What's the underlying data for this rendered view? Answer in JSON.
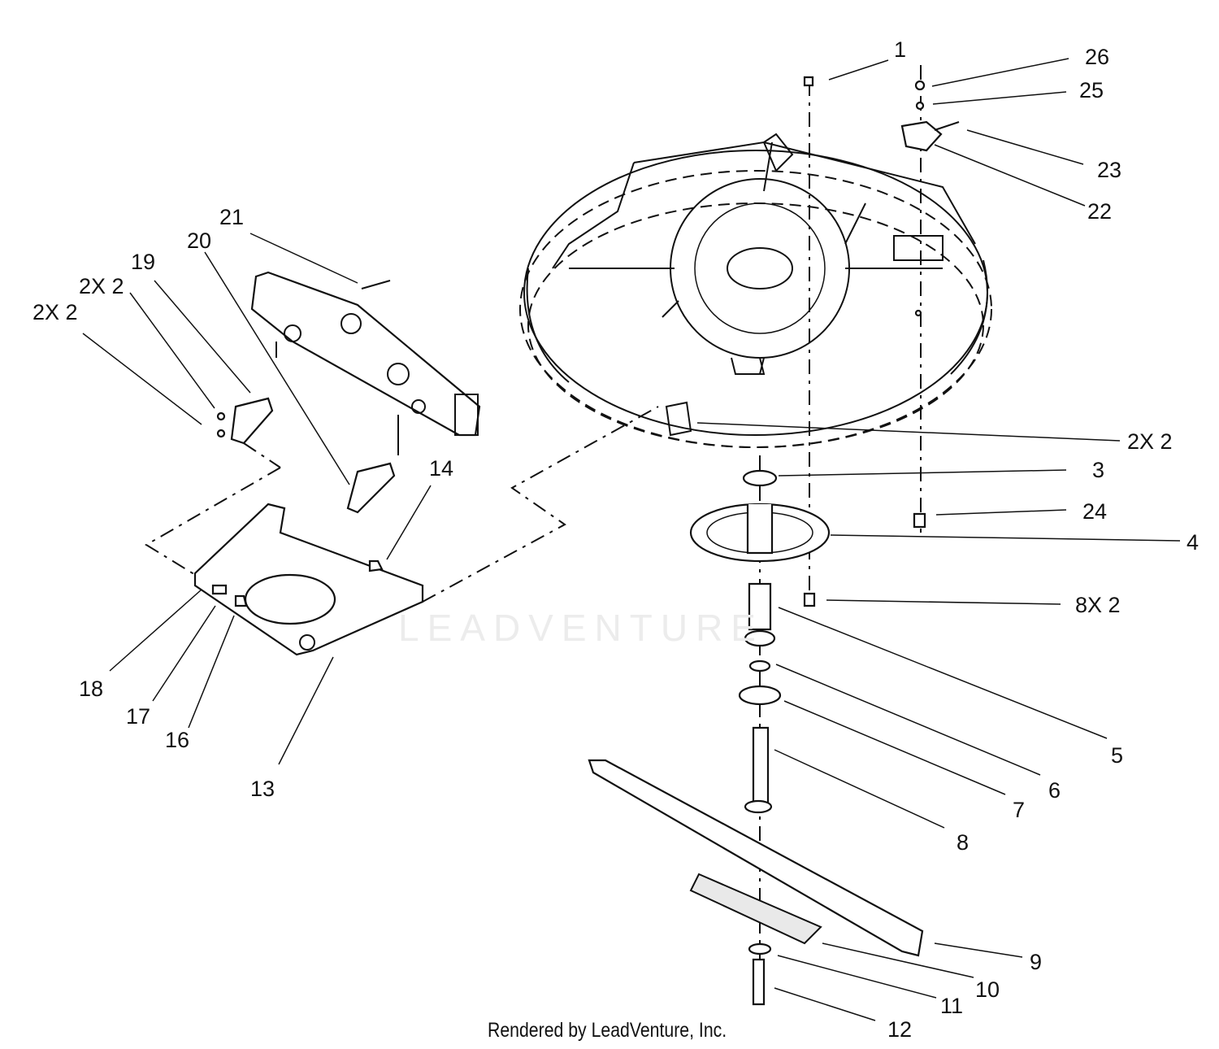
{
  "footer": "Rendered by LeadVenture, Inc.",
  "watermark": "LEADVENTURE",
  "callouts": [
    {
      "id": "1",
      "text": "1"
    },
    {
      "id": "26",
      "text": "26"
    },
    {
      "id": "25",
      "text": "25"
    },
    {
      "id": "23",
      "text": "23"
    },
    {
      "id": "22",
      "text": "22"
    },
    {
      "id": "21",
      "text": "21"
    },
    {
      "id": "20",
      "text": "20"
    },
    {
      "id": "19",
      "text": "19"
    },
    {
      "id": "2x2a",
      "text": "2X 2"
    },
    {
      "id": "2x2b",
      "text": "2X 2"
    },
    {
      "id": "2x2c",
      "text": "2X 2"
    },
    {
      "id": "3",
      "text": "3"
    },
    {
      "id": "24",
      "text": "24"
    },
    {
      "id": "4",
      "text": "4"
    },
    {
      "id": "8x2",
      "text": "8X 2"
    },
    {
      "id": "14",
      "text": "14"
    },
    {
      "id": "5",
      "text": "5"
    },
    {
      "id": "6",
      "text": "6"
    },
    {
      "id": "7",
      "text": "7"
    },
    {
      "id": "8",
      "text": "8"
    },
    {
      "id": "9",
      "text": "9"
    },
    {
      "id": "10",
      "text": "10"
    },
    {
      "id": "11",
      "text": "11"
    },
    {
      "id": "12",
      "text": "12"
    },
    {
      "id": "13",
      "text": "13"
    },
    {
      "id": "16",
      "text": "16"
    },
    {
      "id": "17",
      "text": "17"
    },
    {
      "id": "18",
      "text": "18"
    }
  ]
}
